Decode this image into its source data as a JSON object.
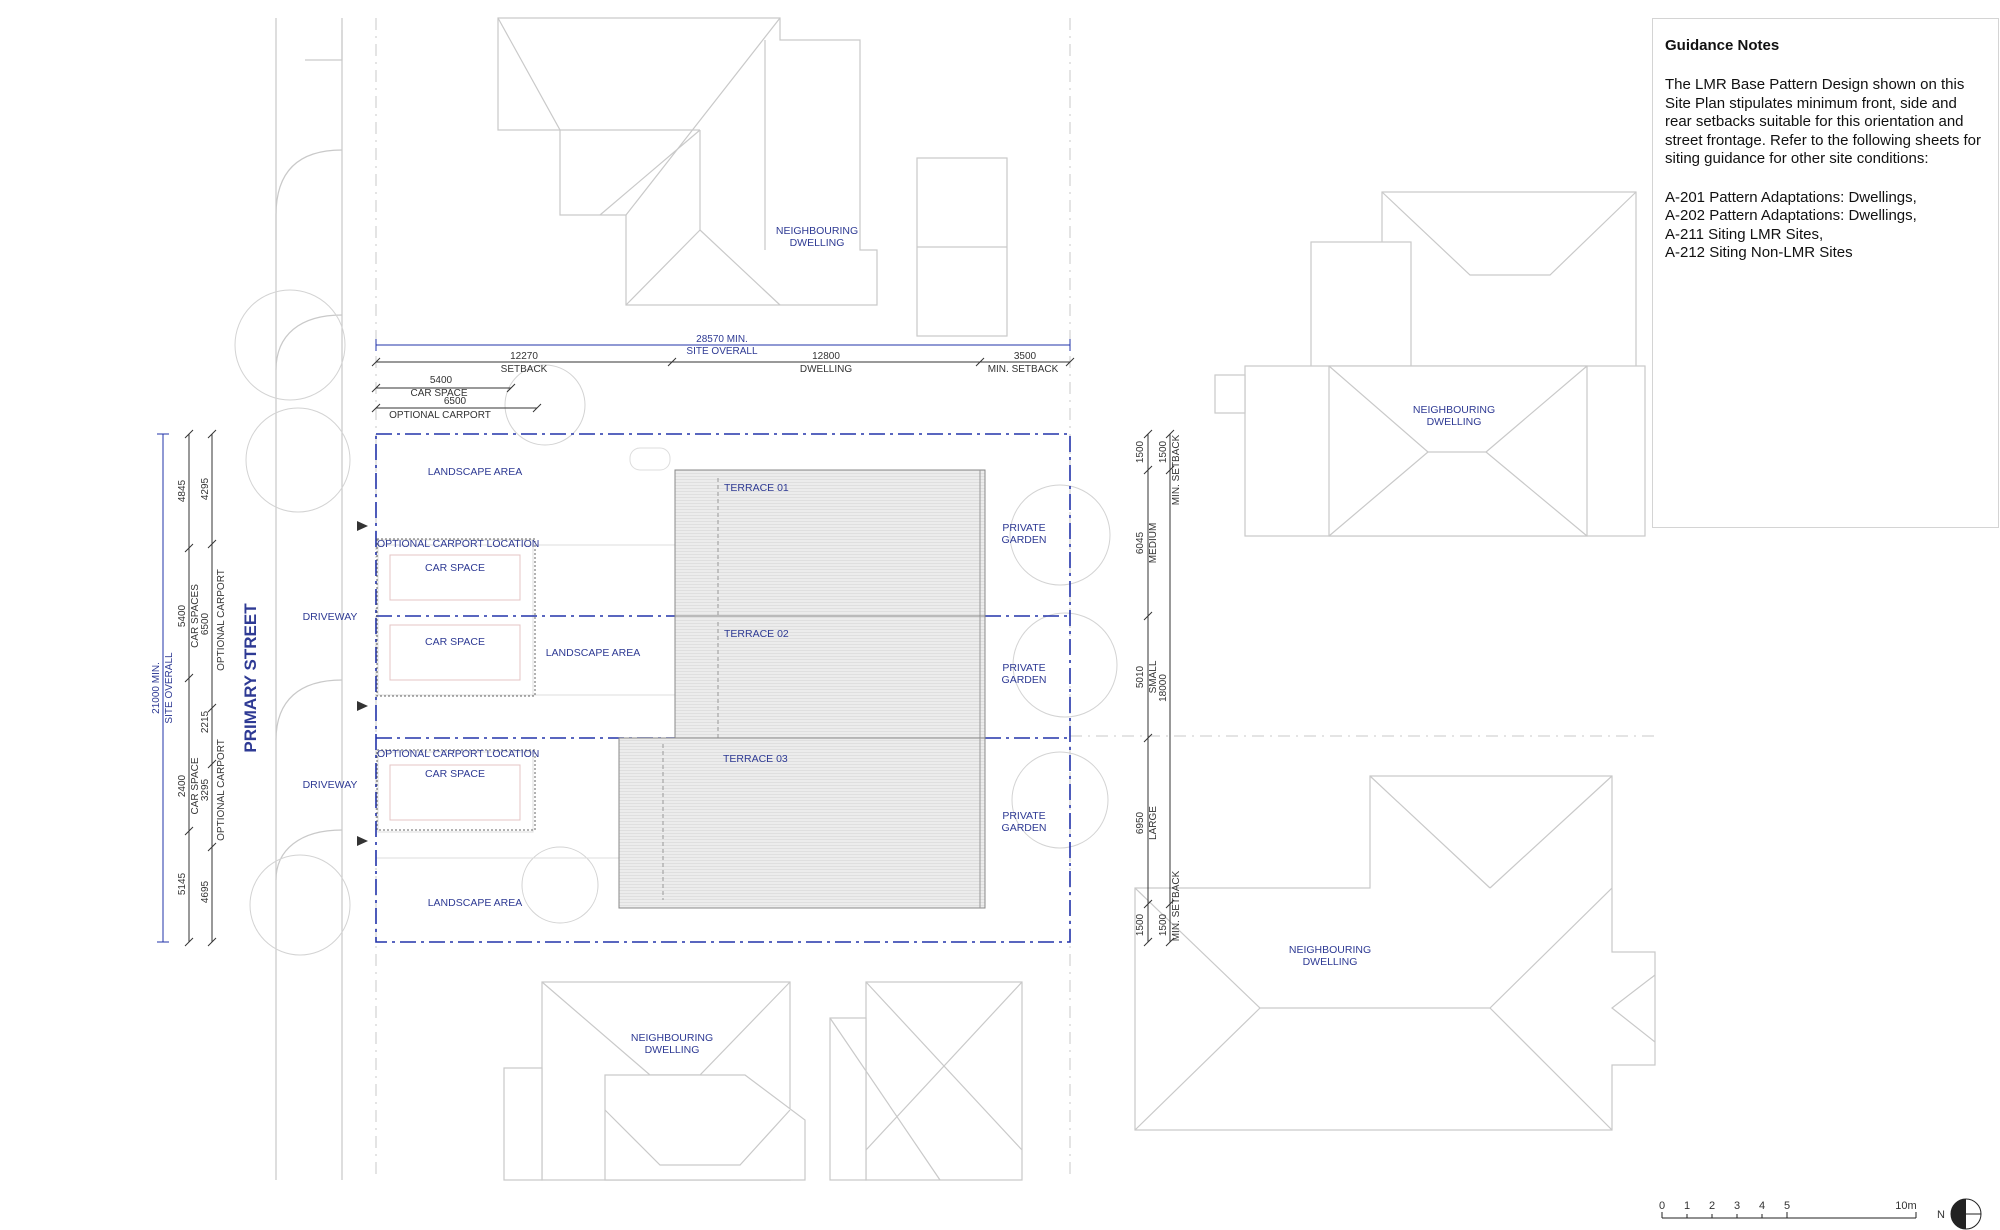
{
  "notes": {
    "title": "Guidance Notes",
    "body": "The LMR Base Pattern Design shown on this Site Plan stipulates minimum front, side and rear setbacks suitable for this orientation and street frontage. Refer to the following sheets for siting guidance for other site conditions:",
    "refs": [
      "A-201 Pattern Adaptations: Dwellings,",
      "A-202 Pattern Adaptations: Dwellings,",
      "A-211 Siting LMR Sites,",
      "A-212 Siting Non-LMR Sites"
    ]
  },
  "street": "PRIMARY STREET",
  "neighbour": [
    "NEIGHBOURING",
    "DWELLING"
  ],
  "terraces": [
    "TERRACE 01",
    "TERRACE 02",
    "TERRACE 03"
  ],
  "areas": {
    "landscape": "LANDSCAPE AREA",
    "car_space": "CAR SPACE",
    "carport_location": "OPTIONAL CARPORT LOCATION",
    "driveway": "DRIVEWAY",
    "private_garden": [
      "PRIVATE",
      "GARDEN"
    ]
  },
  "top_dims": {
    "overall_value": "28570 MIN.",
    "overall_label": "SITE OVERALL",
    "setback_value": "12270",
    "setback_label": "SETBACK",
    "dwelling_value": "12800",
    "dwelling_label": "DWELLING",
    "min_setback_value": "3500",
    "min_setback_label": "MIN. SETBACK",
    "car_space_value": "5400",
    "car_space_label": "CAR SPACE",
    "carport_value": "6500",
    "carport_label": "OPTIONAL CARPORT"
  },
  "left_dims": {
    "overall_value": "21000 MIN.",
    "overall_label": "SITE OVERALL",
    "c1": [
      "4845",
      "5400",
      "2400",
      "5145"
    ],
    "c1_labels": [
      "CAR SPACES",
      "CAR SPACE"
    ],
    "c2": [
      "4295",
      "6500",
      "2215",
      "3295",
      "4695"
    ],
    "c2_labels": [
      "OPTIONAL CARPORT",
      "OPTIONAL CARPORT"
    ]
  },
  "right_dims": {
    "values": [
      "1500",
      "6045",
      "5010",
      "6950",
      "1500"
    ],
    "labels": [
      "MEDIUM",
      "SMALL",
      "LARGE"
    ],
    "outer_values": [
      "1500",
      "18000",
      "1500"
    ],
    "outer_labels": [
      "MIN. SETBACK",
      "MIN. SETBACK"
    ]
  },
  "scale": {
    "ticks": [
      "0",
      "1",
      "2",
      "3",
      "4",
      "5",
      "10m"
    ],
    "north": "N"
  },
  "colors": {
    "site_line": "#2233aa",
    "label_blue": "#2e3a94",
    "neighbour_grey": "#c9c9c9"
  }
}
